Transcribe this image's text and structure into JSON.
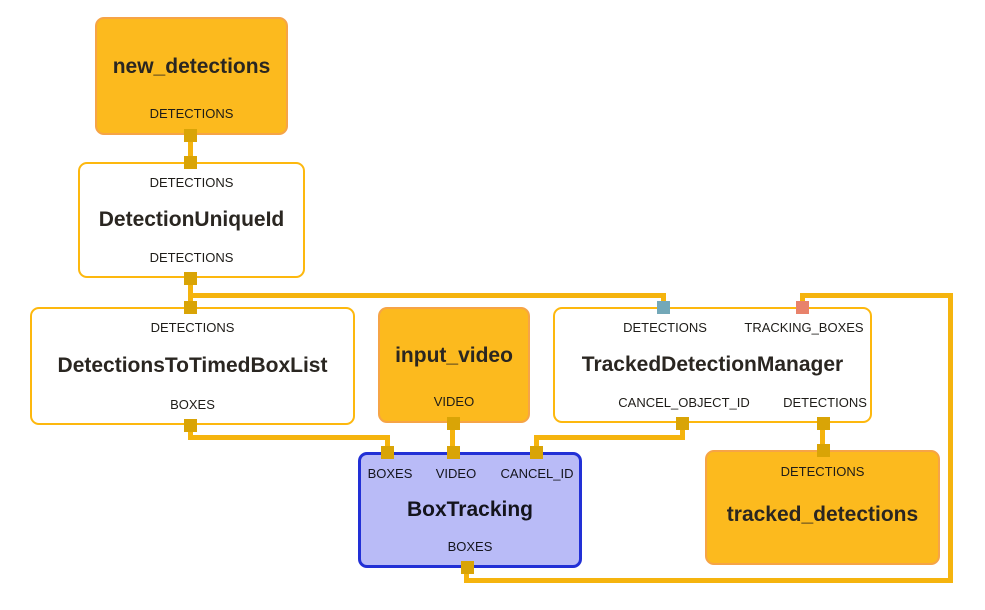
{
  "app": {
    "name": "graph-visualizer-canvas"
  },
  "colors": {
    "amber_node_fill": "#fcba1e",
    "amber_node_border": "#f6a446",
    "white_node_border": "#fdb80e",
    "edge_gold": "#f5b40e",
    "port_gold": "#d9a406",
    "port_teal": "#73a8b8",
    "port_salmon": "#e8826b",
    "selected_node_fill": "#b9bbf7",
    "selected_node_border": "#2230d6"
  },
  "nodes": {
    "new_detections": {
      "title": "new_detections",
      "output_label": "DETECTIONS"
    },
    "detection_unique_id": {
      "title": "DetectionUniqueId",
      "input_label": "DETECTIONS",
      "output_label": "DETECTIONS"
    },
    "detections_to_timed_box_list": {
      "title": "DetectionsToTimedBoxList",
      "input_label": "DETECTIONS",
      "output_label": "BOXES"
    },
    "input_video": {
      "title": "input_video",
      "output_label": "VIDEO"
    },
    "tracked_detection_manager": {
      "title": "TrackedDetectionManager",
      "inputs": [
        {
          "label": "DETECTIONS",
          "port_color": "#73a8b8"
        },
        {
          "label": "TRACKING_BOXES",
          "port_color": "#e8826b"
        }
      ],
      "outputs": [
        {
          "label": "CANCEL_OBJECT_ID"
        },
        {
          "label": "DETECTIONS"
        }
      ]
    },
    "box_tracking": {
      "title": "BoxTracking",
      "inputs": [
        {
          "label": "BOXES"
        },
        {
          "label": "VIDEO"
        },
        {
          "label": "CANCEL_ID"
        }
      ],
      "output_label": "BOXES",
      "selected": true
    },
    "tracked_detections": {
      "title": "tracked_detections",
      "input_label": "DETECTIONS"
    }
  },
  "edges": [
    {
      "from": "new_detections.DETECTIONS",
      "to": "DetectionUniqueId.DETECTIONS"
    },
    {
      "from": "DetectionUniqueId.DETECTIONS",
      "to": "DetectionsToTimedBoxList.DETECTIONS"
    },
    {
      "from": "DetectionUniqueId.DETECTIONS",
      "to": "TrackedDetectionManager.DETECTIONS"
    },
    {
      "from": "DetectionsToTimedBoxList.BOXES",
      "to": "BoxTracking.BOXES"
    },
    {
      "from": "input_video.VIDEO",
      "to": "BoxTracking.VIDEO"
    },
    {
      "from": "TrackedDetectionManager.CANCEL_OBJECT_ID",
      "to": "BoxTracking.CANCEL_ID"
    },
    {
      "from": "TrackedDetectionManager.DETECTIONS",
      "to": "tracked_detections.DETECTIONS"
    },
    {
      "from": "BoxTracking.BOXES",
      "to": "TrackedDetectionManager.TRACKING_BOXES"
    }
  ]
}
